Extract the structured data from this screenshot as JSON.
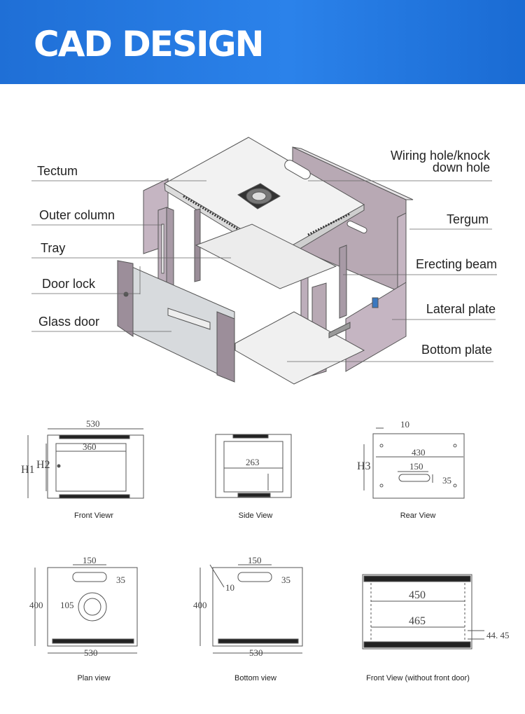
{
  "header": {
    "title": "CAD DESIGN"
  },
  "callouts": {
    "tectum": "Tectum",
    "outer_column": "Outer column",
    "tray": "Tray",
    "door_lock": "Door lock",
    "glass_door": "Glass door",
    "wiring_hole_line1": "Wiring hole/knock",
    "wiring_hole_line2": "down hole",
    "tergum": "Tergum",
    "erecting_beam": "Erecting beam",
    "lateral_plate": "Lateral plate",
    "bottom_plate": "Bottom plate"
  },
  "views": {
    "front": {
      "caption": "Front Viewr",
      "width": "530",
      "inner": "360",
      "h1": "H1",
      "h2": "H2"
    },
    "side": {
      "caption": "Side View",
      "depth": "263"
    },
    "rear": {
      "caption": "Rear View",
      "offset": "10",
      "width": "430",
      "h3": "H3",
      "slot": "150",
      "slot_h": "35"
    },
    "plan": {
      "caption": "Plan view",
      "slot": "150",
      "slot_h": "35",
      "fan": "105",
      "depth": "400",
      "width": "530"
    },
    "bottom": {
      "caption": "Bottom view",
      "slot": "150",
      "slot_h": "35",
      "hole": "10",
      "depth": "400",
      "width": "530"
    },
    "front_nodoor": {
      "caption": "Front View (without front door)",
      "upper": "450",
      "lower": "465",
      "rail": "44. 45"
    }
  }
}
